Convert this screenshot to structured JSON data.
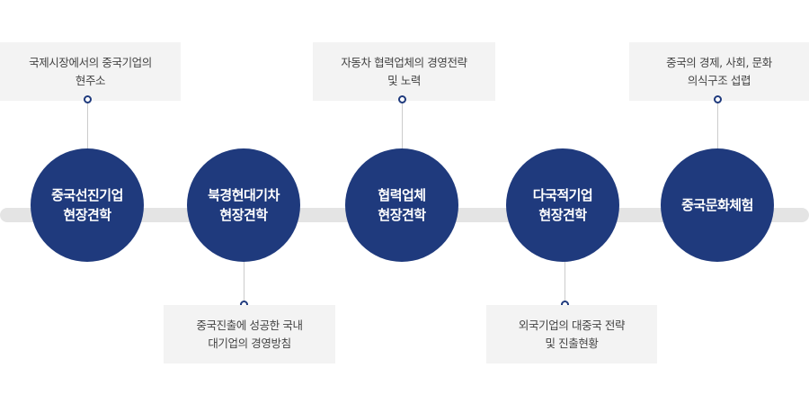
{
  "stages": [
    {
      "line1": "중국선진기업",
      "line2": "현장견학"
    },
    {
      "line1": "북경현대기차",
      "line2": "현장견학"
    },
    {
      "line1": "협력업체",
      "line2": "현장견학"
    },
    {
      "line1": "다국적기업",
      "line2": "현장견학"
    },
    {
      "line1": "중국문화체험",
      "line2": ""
    }
  ],
  "notes": [
    {
      "line1": "국제시장에서의 중국기업의",
      "line2": "현주소"
    },
    {
      "line1": "중국진출에 성공한 국내",
      "line2": "대기업의 경영방침"
    },
    {
      "line1": "자동차 협력업체의 경영전략",
      "line2": "및 노력"
    },
    {
      "line1": "외국기업의 대중국 전략",
      "line2": "및 진출현황"
    },
    {
      "line1": "중국의 경제, 사회, 문화",
      "line2": "의식구조 섭렵"
    }
  ],
  "colors": {
    "circle": "#1f3a7d",
    "note_bg": "#f3f3f3",
    "track": "#e4e4e4"
  }
}
